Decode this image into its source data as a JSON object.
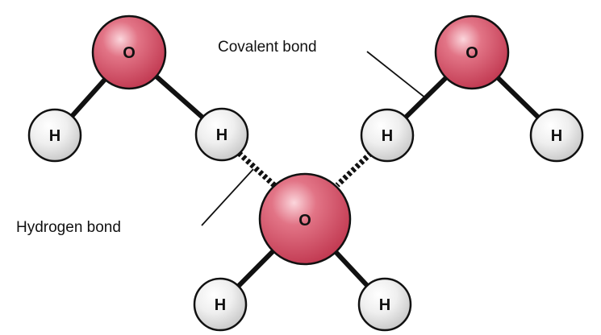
{
  "labels": {
    "covalent_bond": "Covalent bond",
    "hydrogen_bond": "Hydrogen bond"
  },
  "atoms": {
    "oxygen": "O",
    "hydrogen": "H"
  },
  "colors": {
    "oxygen": "#d9536a",
    "hydrogen": "#ececec"
  }
}
